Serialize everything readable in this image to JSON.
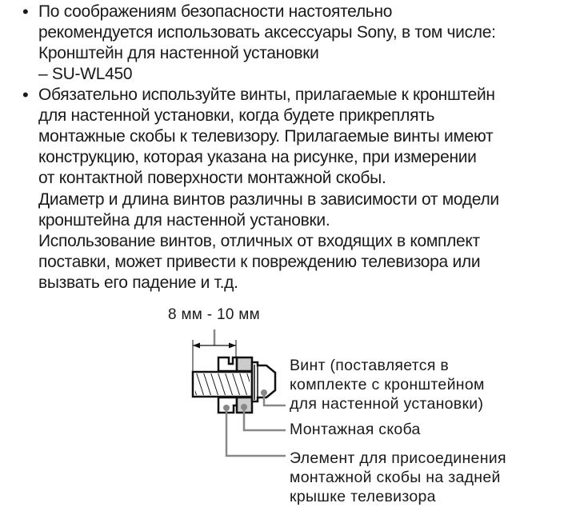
{
  "bullets": [
    {
      "marker": "•",
      "lines": [
        "По соображениям безопасности настоятельно",
        "рекомендуется использовать аксессуары Sony, в том числе:",
        "Кронштейн для настенной установки",
        "– SU-WL450"
      ]
    },
    {
      "marker": "•",
      "lines": [
        "Обязательно используйте винты, прилагаемые к кронштейн",
        "для настенной установки, когда будете прикреплять",
        "монтажные скобы к телевизору. Прилагаемые винты имеют",
        "конструкцию, которая указана на рисунке, при измерении",
        "от контактной поверхности монтажной скобы.",
        "Диаметр и длина винтов различны в зависимости от модели",
        "кронштейна для настенной установки.",
        "Использование винтов, отличных от входящих в комплект",
        "поставки, может привести к повреждению телевизора или",
        "вызвать его падение и т.д."
      ]
    }
  ],
  "diagram": {
    "dimension_label": "8 мм - 10 мм",
    "callouts": {
      "screw": [
        "Винт (поставляется в",
        "комплекте с кронштейном",
        "для настенной установки)"
      ],
      "bracket": [
        "Монтажная скоба"
      ],
      "attachment": [
        "Элемент для присоединения",
        "монтажной скобы на задней",
        "крышке телевизора"
      ]
    },
    "colors": {
      "outline": "#111111",
      "fill_gray": "#cccccc",
      "leader": "#888888",
      "dot": "#888888"
    }
  }
}
